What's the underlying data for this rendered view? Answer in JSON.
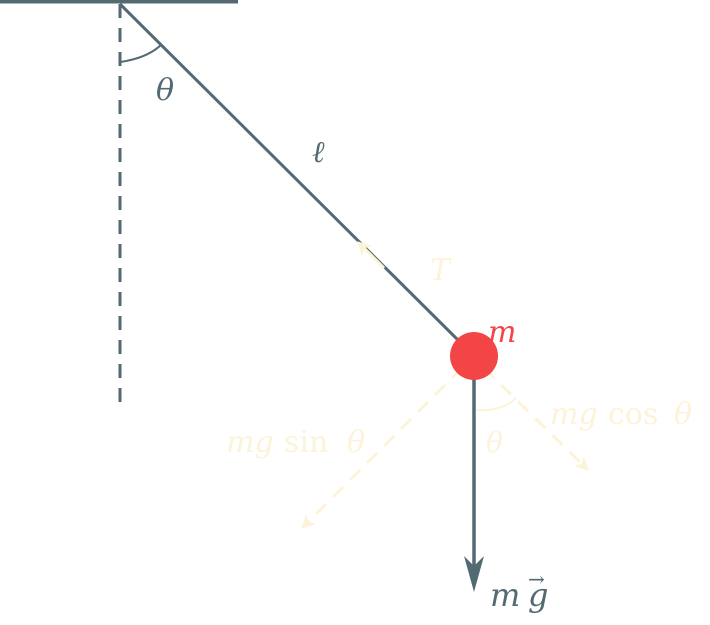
{
  "labels": {
    "angle_top": "θ",
    "length": "ℓ",
    "tension": "T",
    "mass": "m",
    "weight_m": "m",
    "weight_g": "g",
    "weight_vec": "→",
    "angle_bottom": "θ",
    "sin_mg": "mg",
    "sin_fn": "sin",
    "sin_theta": "θ",
    "cos_mg": "mg",
    "cos_fn": "cos",
    "cos_theta": "θ"
  },
  "colors": {
    "structure": "#546a73",
    "mass": "#f44546",
    "components": "#fdf3d8",
    "background": "#ffffff"
  }
}
